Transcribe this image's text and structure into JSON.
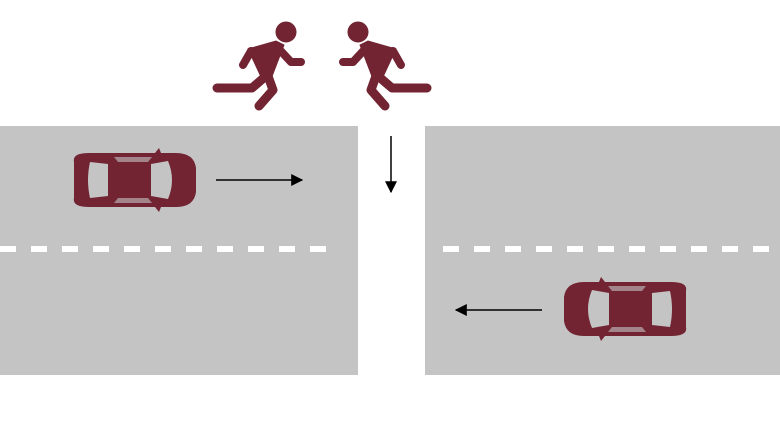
{
  "scene": {
    "road_color": "#c4c4c4",
    "marking_color": "#ffffff",
    "figure_color": "#722432",
    "arrow_color": "#000000"
  },
  "pedestrians": [
    {
      "name": "runner-facing-right",
      "icon": "running-person-icon",
      "direction": "right"
    },
    {
      "name": "runner-facing-left",
      "icon": "running-person-icon",
      "direction": "left"
    }
  ],
  "vehicles": [
    {
      "name": "car-upper-lane",
      "icon": "car-icon",
      "direction": "right",
      "lane": "upper"
    },
    {
      "name": "car-lower-lane",
      "icon": "car-icon",
      "direction": "left",
      "lane": "lower"
    }
  ],
  "arrows": [
    {
      "name": "arrow-car-upper",
      "direction": "right"
    },
    {
      "name": "arrow-car-lower",
      "direction": "left"
    },
    {
      "name": "arrow-pedestrian-crossing",
      "direction": "down"
    }
  ]
}
